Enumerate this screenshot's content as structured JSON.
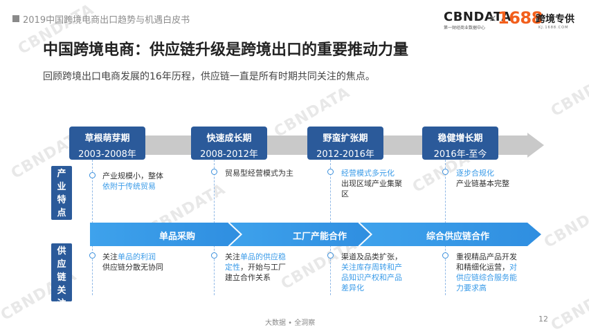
{
  "header": {
    "report_title": "2019中国跨境电商出口趋势与机遇白皮书",
    "logo_cbndata": "CBNDATA",
    "logo_cbndata_sub": "第一财经商业数据中心",
    "logo_times": "×",
    "logo_1688": "1688",
    "logo_kuajing": "跨境专供",
    "logo_kuajing_sub": "KJ.1688.COM"
  },
  "title": "中国跨境电商：供应链升级是跨境出口的重要推动力量",
  "subtitle": "回顾跨境出口电商发展的16年历程，供应链一直是所有时期共同关注的焦点。",
  "phases": [
    {
      "name": "草根萌芽期",
      "years": "2003-2008年"
    },
    {
      "name": "快速成长期",
      "years": "2008-2012年"
    },
    {
      "name": "野蛮扩张期",
      "years": "2012-2016年"
    },
    {
      "name": "稳健增长期",
      "years": "2016年-至今"
    }
  ],
  "side_labels": {
    "industry": [
      "产",
      "业",
      "特",
      "点"
    ],
    "supply": [
      "供",
      "应",
      "链",
      "关",
      "注"
    ]
  },
  "industry_features": [
    {
      "line1": "产业规模小，整体",
      "line2_hl": "依附于传统贸易"
    },
    {
      "line1": "贸易型经营模式为主"
    },
    {
      "line1_hl": "经营模式多元化",
      "line2": "出现区域产业集聚",
      "line3": "区"
    },
    {
      "line1_hl": "逐步合规化",
      "line2": "产业链基本完整"
    }
  ],
  "stages": [
    "单品采购",
    "工厂产能合作",
    "综合供应链合作"
  ],
  "supply_focus": [
    {
      "p1": "关注",
      "p1_hl": "单品的利润",
      "p2": "供应链分散无协同"
    },
    {
      "p1": "关注",
      "p1_hl": "单品的供应稳",
      "p2_hl": "定性",
      "p2": "，开始与工厂",
      "p3": "建立合作关系"
    },
    {
      "p1": "渠道及品类扩张，",
      "p2_hl": "关注库存周转和产",
      "p3_hl": "品知识产权和产品",
      "p4_hl": "差异化"
    },
    {
      "p1": "重视精品产品开发",
      "p2": "和精细化运营，",
      "p2_hl": "对",
      "p3_hl": "供应链综合服务能",
      "p4_hl": "力要求高"
    }
  ],
  "footer": {
    "source": "大数据 • 全洞察",
    "page": "12"
  },
  "watermark": "CBNDATA",
  "colors": {
    "primary": "#2b5a9a",
    "accent": "#3a9be8",
    "chevron_start": "#3a9be8",
    "chevron_end": "#2f8ee0"
  }
}
